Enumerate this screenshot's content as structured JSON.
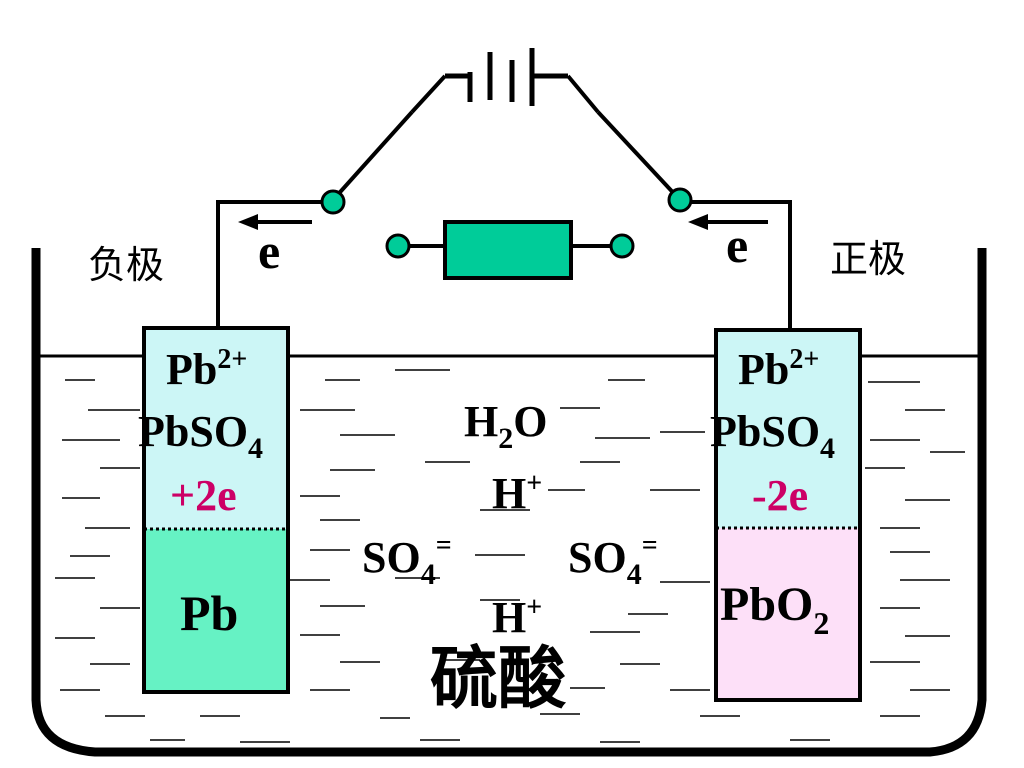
{
  "labels": {
    "negative_electrode": "负极",
    "positive_electrode": "正极",
    "electron_left": "e",
    "electron_right": "e",
    "electrolyte": "硫酸"
  },
  "left_electrode": {
    "ion": {
      "base": "Pb",
      "sup": "2+"
    },
    "sulfate": {
      "base": "PbSO",
      "sub": "4"
    },
    "electrons": "+2e",
    "metal": "Pb"
  },
  "right_electrode": {
    "ion": {
      "base": "Pb",
      "sup": "2+"
    },
    "sulfate": {
      "base": "PbSO",
      "sub": "4"
    },
    "electrons": "-2e",
    "metal": {
      "base": "PbO",
      "sub": "2"
    }
  },
  "solution": {
    "water": {
      "a": "H",
      "sub": "2",
      "b": "O"
    },
    "hplus_top": {
      "base": "H",
      "sup": "+"
    },
    "sulfate_left": {
      "base": "SO",
      "sub": "4",
      "sup": "="
    },
    "sulfate_right": {
      "base": "SO",
      "sub": "4",
      "sup": "="
    },
    "hplus_bottom": {
      "base": "H",
      "sup": "+"
    }
  },
  "colors": {
    "upper_cell": "#ccf6f6",
    "lead": "#66f2c4",
    "lead_dioxide": "#fde0f8",
    "resistor": "#00cc99",
    "terminal": "#00cc99",
    "electron_count": "#cc0066"
  }
}
